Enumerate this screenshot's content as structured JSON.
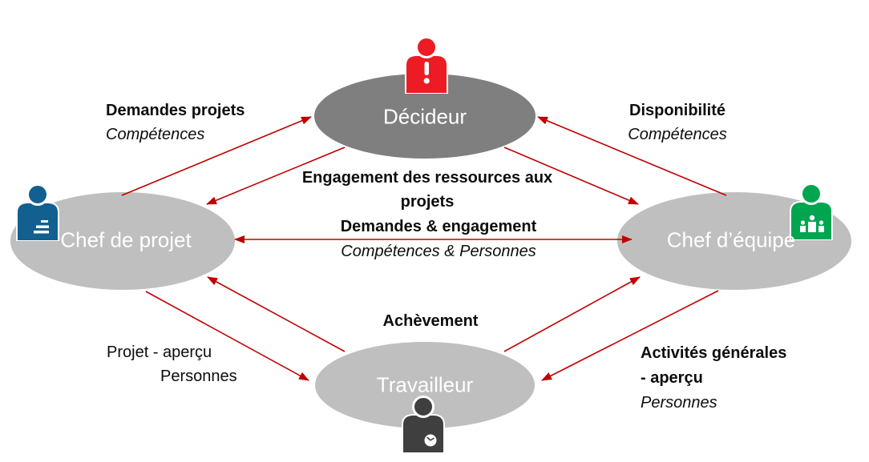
{
  "diagram": {
    "nodes": {
      "decideur": "Décideur",
      "chef_de_projet": "Chef de projet",
      "chef_d_equipe": "Chef d’équipe",
      "travailleur": "Travailleur"
    },
    "labels": {
      "top_left_1": "Demandes projets",
      "top_left_2": "Compétences",
      "top_right_1": "Disponibilité",
      "top_right_2": "Compétences",
      "center_top_1": "Engagement des ressources aux",
      "center_top_2": "projets",
      "center_mid_1": "Demandes & engagement",
      "center_mid_2": "Compétences & Personnes",
      "achevement": "Achèvement",
      "bottom_left_1": "Projet - aperçu",
      "bottom_left_2": "Personnes",
      "bottom_right_1": "Activités générales",
      "bottom_right_2": "- aperçu",
      "bottom_right_3": "Personnes"
    },
    "icons": {
      "decideur": "person-alert-icon",
      "chef_de_projet": "person-notes-icon",
      "chef_d_equipe": "person-team-icon",
      "travailleur": "person-clock-icon"
    },
    "colors": {
      "arrow": "#C00000",
      "node_dark": "#7F7F7F",
      "node_light": "#BFBFBF",
      "icon_red": "#ED1C24",
      "icon_blue": "#11608F",
      "icon_green": "#00A550",
      "icon_dark": "#3F3F3F",
      "node_text": "#FFFFFF",
      "label_text": "#000000"
    }
  }
}
